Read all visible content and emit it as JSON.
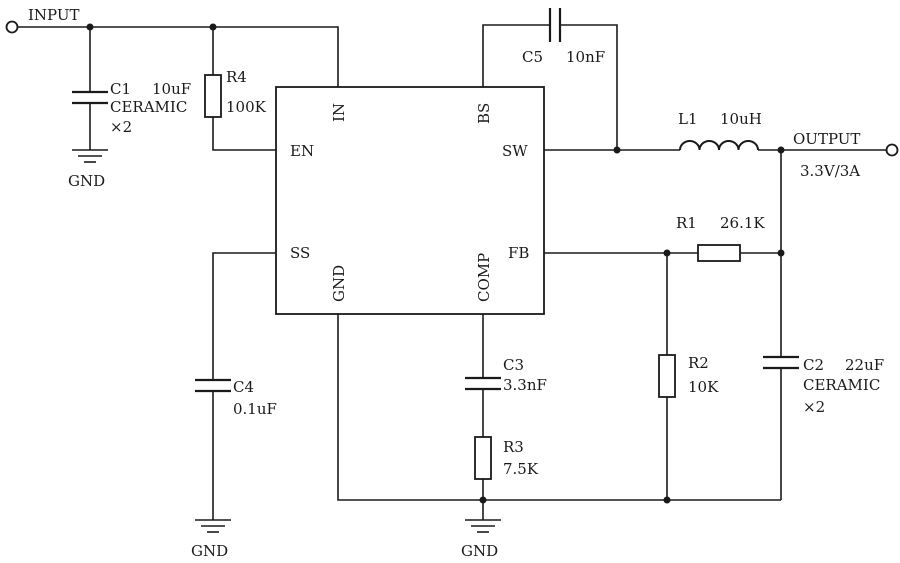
{
  "chip": {
    "pins": {
      "in": "IN",
      "bs": "BS",
      "en": "EN",
      "sw": "SW",
      "ss": "SS",
      "gnd": "GND",
      "comp": "COMP",
      "fb": "FB"
    }
  },
  "terminals": {
    "input": "INPUT",
    "output": "OUTPUT",
    "output_rating": "3.3V/3A"
  },
  "components": {
    "c1": {
      "ref": "C1",
      "value": "10uF",
      "type": "CERAMIC",
      "count": "×2"
    },
    "r4": {
      "ref": "R4",
      "value": "100K"
    },
    "c5": {
      "ref": "C5",
      "value": "10nF"
    },
    "l1": {
      "ref": "L1",
      "value": "10uH"
    },
    "r1": {
      "ref": "R1",
      "value": "26.1K"
    },
    "r2": {
      "ref": "R2",
      "value": "10K"
    },
    "c2": {
      "ref": "C2",
      "value": "22uF",
      "type": "CERAMIC",
      "count": "×2"
    },
    "c3": {
      "ref": "C3",
      "value": "3.3nF"
    },
    "r3": {
      "ref": "R3",
      "value": "7.5K"
    },
    "c4": {
      "ref": "C4",
      "value": "0.1uF"
    }
  },
  "grounds": {
    "gnd1": "GND",
    "gnd2": "GND",
    "gnd3": "GND"
  }
}
